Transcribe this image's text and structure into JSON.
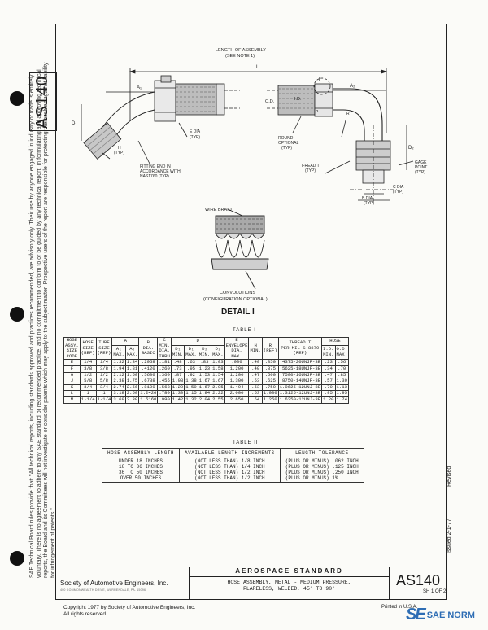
{
  "doc": {
    "number": "AS140",
    "society": "Society of Automotive Engineers, Inc.",
    "society_fine": "400 COMMONWEALTH DRIVE, WARRENDALE, PA. 15096",
    "standard_label": "AEROSPACE   STANDARD",
    "title_line1": "HOSE ASSEMBLY, METAL - MEDIUM PRESSURE,",
    "title_line2": "FLARELESS, WELDED, 45° TO 90°",
    "sheet": "SH 1 OF 2",
    "issued": "Issued  2-1-77",
    "revised": "Revised",
    "copyright_1": "Copyright  1977  by Society of Automotive Engineers, Inc.",
    "copyright_2": "All rights reserved.",
    "printed": "Printed in U.S.A.",
    "side_text": "SAE Technical Board rules provide that: \"All technical reports, including standards approved and practices recommended, are advisory only. Their use by anyone engaged in industry or trade is entirely voluntary. There is no agreement to adhere to any SAE standard or recommended practice, and no commitment to conform to or be guided by any technical report. In formulating and approving technical reports, the Board and its Committees will not investigate or consider patents which may apply to the subject matter. Prospective users of the report are responsible for protecting themselves against liability for infringement of patents.\""
  },
  "drawing": {
    "length_label": "LENGTH OF ASSEMBLY",
    "length_note": "(SEE NOTE 1)",
    "L": "L",
    "A1": "A₁",
    "A2": "A₂",
    "D1": "D₁",
    "D2": "D₂",
    "OD": "O.D.",
    "ID": "I.D.",
    "E_dia": "E DIA",
    "typ": "(TYP)",
    "H_typ": "H",
    "fitting_note_1": "FITTING END IN",
    "fitting_note_2": "ACCORDANCE WITH",
    "fitting_note_3": "NAS1760 (TYP)",
    "round_note_1": "ROUND",
    "round_note_2": "OPTIONAL",
    "round_note_3": "(TYP)",
    "thread": "T-READ T",
    "gage_1": "GAGE",
    "gage_2": "POINT",
    "c_dia": "C DIA",
    "b_dia": "B DIA",
    "p": "P",
    "r": "R",
    "detail_marker": "I",
    "wire_braid": "WIRE BRAID",
    "convolutions": "CONVOLUTIONS",
    "config": "(CONFIGURATION OPTIONAL)",
    "detail_title": "DETAIL  I"
  },
  "table1": {
    "caption": "TABLE I",
    "headers": {
      "hose_asm": "HOSE\nASSY.\nSIZE\nCODE",
      "hose_size": "HOSE\nSIZE\n(REF)",
      "tube_size": "TUBE\nSIZE\n(REF)",
      "A": "A",
      "A1": "A₁\nMAX.",
      "A2": "A₂\nMAX.",
      "B": "B\nDIA.\nBASIC",
      "C": "C\nMIN.\nDIA.\nTHRU",
      "D": "D",
      "D1": "D₁\nMIN.",
      "D1max": "D₁\nMAX.",
      "D2": "D₂\nMIN.",
      "D2max": "D₂\nMAX.",
      "E": "E\nENVELOPE\nDIA.\nMAX.",
      "H": "H\nMIN.",
      "R": "R\n(REF)",
      "T": "THREAD T\nPER MIL-S-8879\n(REF)",
      "HOSE": "HOSE",
      "ID": "I.D.\nMIN.",
      "OD": "O.D.\nMAX."
    },
    "rows": [
      [
        "E",
        "1/4",
        "1/4",
        "1.32",
        "1.34",
        ".2958",
        ".181",
        ".48",
        ".63",
        ".83",
        "1.03",
        ".900",
        ".40",
        ".350",
        ".4375-20UNJF-3B",
        ".23",
        ".56"
      ],
      [
        "F",
        "3/8",
        "3/8",
        "1.94",
        "1.81",
        ".4120",
        ".260",
        ".73",
        ".95",
        "1.23",
        "1.58",
        "1.200",
        ".40",
        ".375",
        ".5625-18UNJF-3B",
        ".34",
        ".70"
      ],
      [
        "G",
        "1/2",
        "1/2",
        "2.12",
        "1.50",
        ".5600",
        ".360",
        ".87",
        ".92",
        "1.53",
        "1.54",
        "1.200",
        ".47",
        ".500",
        ".7500-16UNJF-3B",
        ".47",
        ".85"
      ],
      [
        "J",
        "5/8",
        "5/8",
        "2.38",
        "1.75",
        ".6738",
        ".455",
        "1.08",
        "1.38",
        "1.67",
        "1.67",
        "1.300",
        ".53",
        ".625",
        ".8750-14UNJF-3B",
        ".57",
        "1.30"
      ],
      [
        "K",
        "3/4",
        "3/4",
        "2.74",
        "2.56",
        ".8100",
        ".568",
        "1.20",
        "1.50",
        "1.67",
        "2.05",
        "1.494",
        ".53",
        ".750",
        "1.0625-12UNJ-3B",
        ".70",
        "1.13"
      ],
      [
        "L",
        "1",
        "1",
        "3.18",
        "2.50",
        "1.2426",
        ".780",
        "1.30",
        "1.15",
        "1.84",
        "2.22",
        "2.000",
        ".53",
        "1.000",
        "1.3125-12UNJ-3B",
        ".95",
        "1.95"
      ],
      [
        "M",
        "1-1/4",
        "1-1/4",
        "3.69",
        "3.30",
        "1.5160",
        ".990",
        "1.42",
        "1.32",
        "2.04",
        "2.55",
        "2.650",
        ".54",
        "1.250",
        "1.6250-12UNJ-3B",
        "1.20",
        "1.74"
      ]
    ]
  },
  "table2": {
    "caption": "TABLE II",
    "headers": [
      "HOSE ASSEMBLY LENGTH",
      "AVAILABLE LENGTH INCREMENTS",
      "LENGTH TOLERANCE"
    ],
    "col1": "UNDER 18 INCHES\n18 TO 36 INCHES\n36 TO 50 INCHES\nOVER 50 INCHES",
    "col2": "(NOT LESS THAN) 1/8 INCH\n(NOT LESS THAN) 1/4 INCH\n(NOT LESS THAN) 1/2 INCH\n(NOT LESS THAN) 1/2 INCH",
    "col3": "(PLUS OR MINUS) .062 INCH\n(PLUS OR MINUS) .125 INCH\n(PLUS OR MINUS) .250 INCH\n(PLUS OR MINUS) 1%"
  },
  "watermark": {
    "logo": "SE",
    "text": "SAE NORM"
  }
}
